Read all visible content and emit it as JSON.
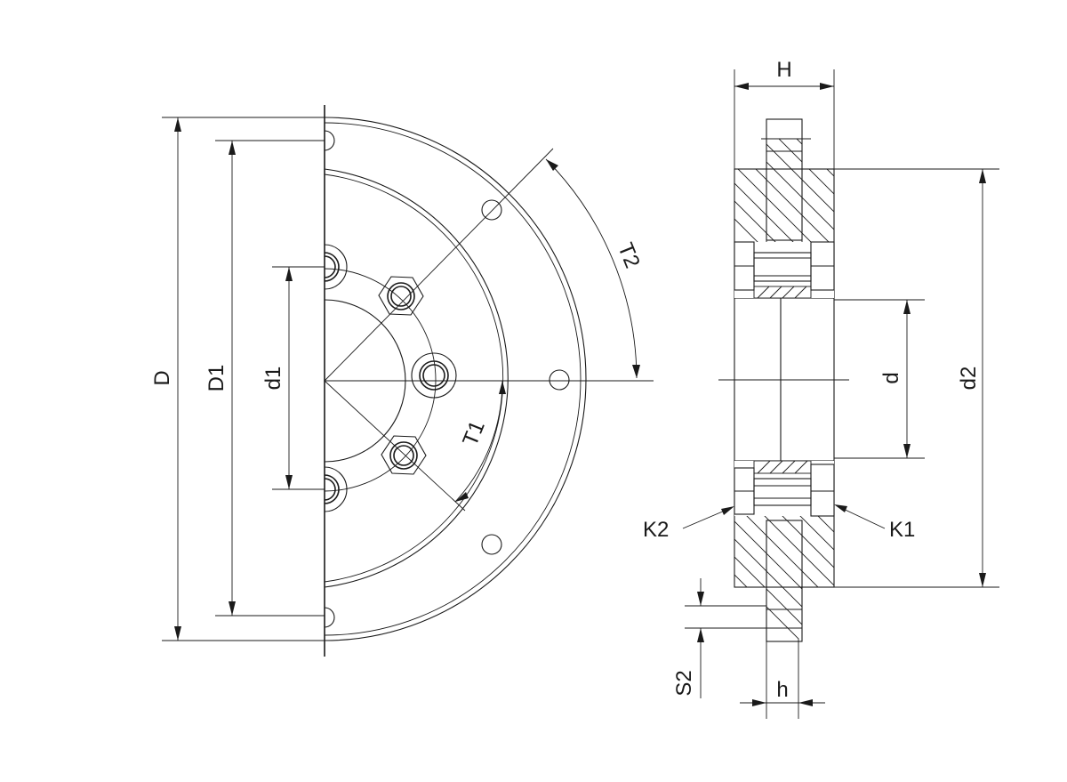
{
  "labels": {
    "D": "D",
    "D1": "D1",
    "d1": "d1",
    "T1": "T1",
    "T2": "T2",
    "H": "H",
    "d": "d",
    "d2": "d2",
    "K1": "K1",
    "K2": "K2",
    "S2": "S2",
    "h": "h"
  }
}
